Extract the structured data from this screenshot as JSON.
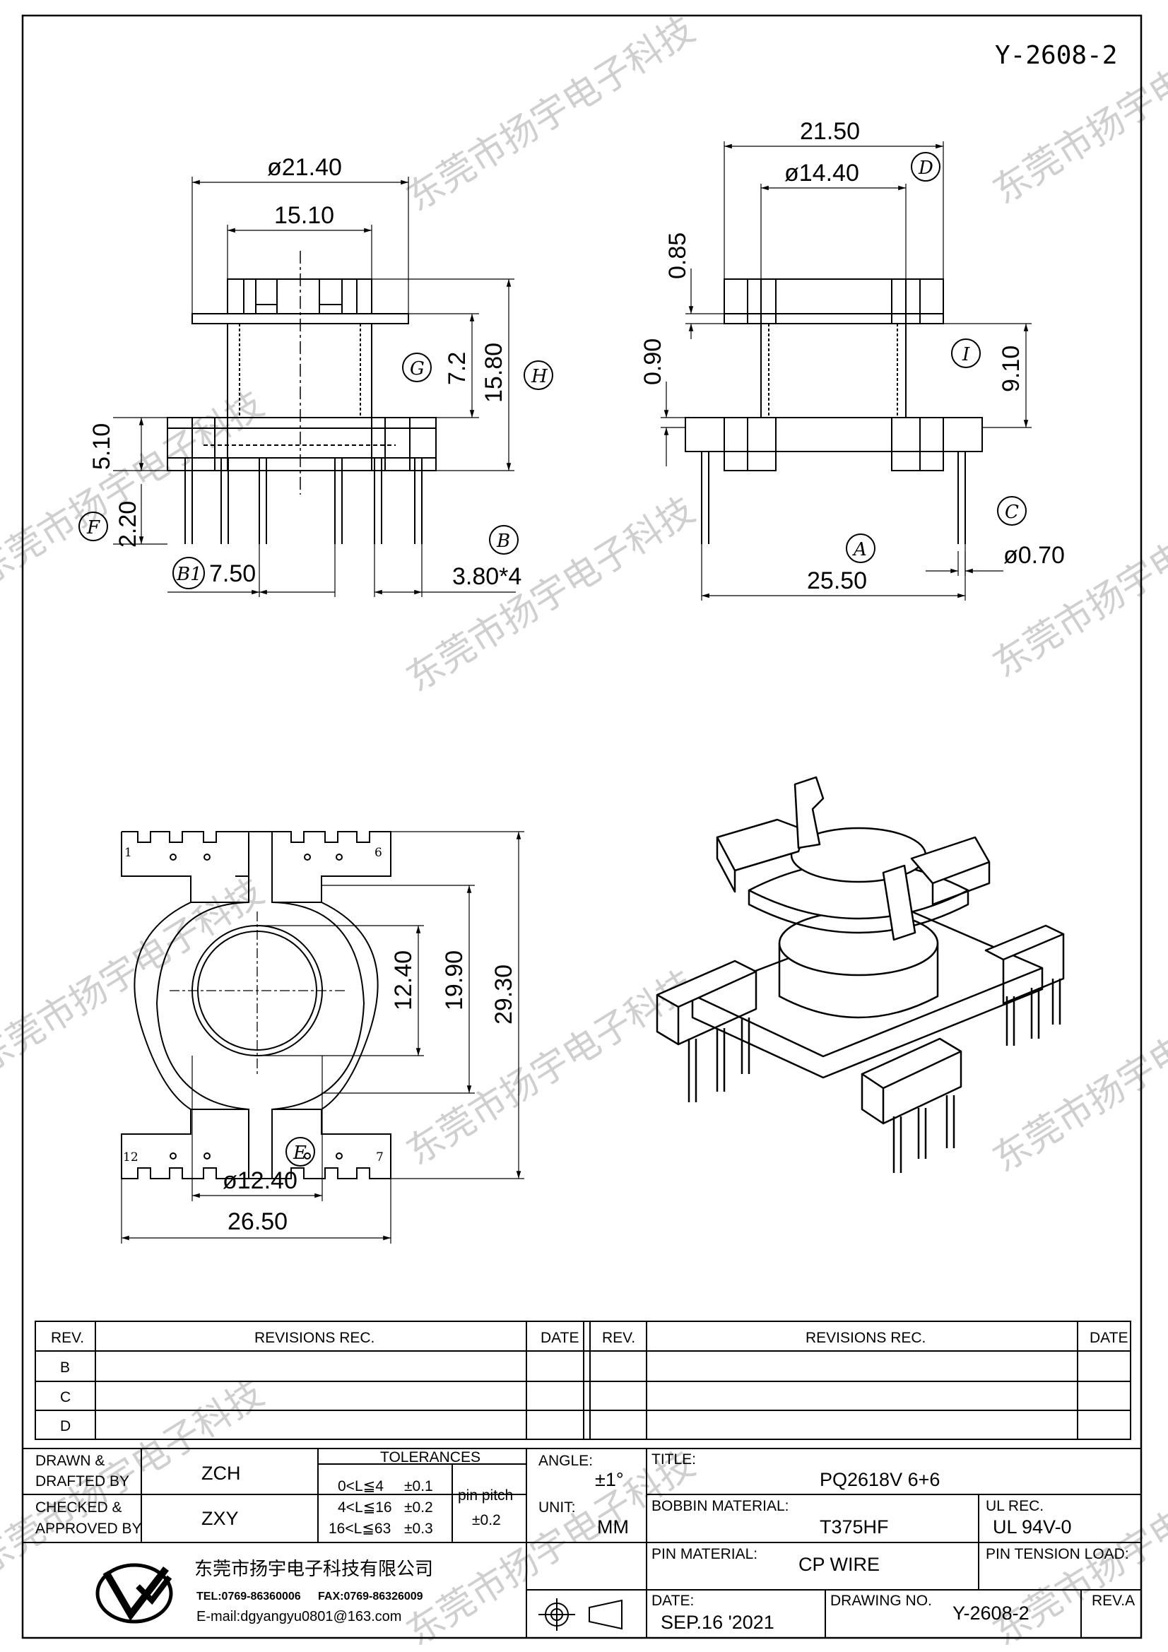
{
  "drawing_number_top": "Y-2608-2",
  "watermark": "东莞市扬宇电子科技",
  "top_left_view": {
    "dims": {
      "d1": "ø21.40",
      "d2": "15.10",
      "d3": "7.2",
      "d4": "15.80",
      "d5": "5.10",
      "d6": "2.20",
      "d7": "7.50",
      "d8": "3.80*4"
    },
    "markers": {
      "g": "G",
      "h": "H",
      "f": "F",
      "b": "B",
      "b1": "B1"
    }
  },
  "top_right_view": {
    "dims": {
      "d1": "21.50",
      "d2": "ø14.40",
      "d3": "0.85",
      "d4": "0.90",
      "d5": "9.10",
      "d6": "25.50",
      "d7": "ø0.70"
    },
    "markers": {
      "d": "D",
      "i": "I",
      "c": "C",
      "a": "A"
    }
  },
  "bottom_view": {
    "dims": {
      "d1": "12.40",
      "d2": "19.90",
      "d3": "29.30",
      "d4": "ø12.40",
      "d5": "26.50"
    },
    "markers": {
      "e": "E"
    },
    "pin_labels": {
      "p1": "1",
      "p6": "6",
      "p7": "7",
      "p12": "12"
    }
  },
  "revisions": {
    "headers": {
      "rev": "REV.",
      "rec": "REVISIONS    REC.",
      "date": "DATE"
    },
    "rows": [
      "B",
      "C",
      "D"
    ]
  },
  "title_block": {
    "drawn_label": "DRAWN &",
    "drafted_label": "DRAFTED BY",
    "drawn_value": "ZCH",
    "checked_label": "CHECKED &",
    "approved_label": "APPROVED BY",
    "checked_value": "ZXY",
    "tolerances_label": "TOLERANCES",
    "tol1": "0<L≦4",
    "tol1v": "±0.1",
    "tol2": "4<L≦16",
    "tol2v": "±0.2",
    "tol3": "16<L≦63",
    "tol3v": "±0.3",
    "pin_pitch_label": "pin  pitch",
    "pin_pitch_value": "±0.2",
    "angle_label": "ANGLE:",
    "angle_value": "±1°",
    "unit_label": "UNIT:",
    "unit_value": "MM",
    "title_label": "TITLE:",
    "title_value": "PQ2618V  6+6",
    "bobbin_label": "BOBBIN  MATERIAL:",
    "bobbin_value": "T375HF",
    "ul_label": "UL  REC.",
    "ul_value": "UL  94V-0",
    "pin_material_label": "PIN  MATERIAL:",
    "pin_material_value": "CP  WIRE",
    "pin_tension_label": "PIN  TENSION  LOAD:",
    "date_label": "DATE:",
    "date_value": "SEP.16  '2021",
    "drawing_no_label": "DRAWING  NO.",
    "drawing_no_value": "Y-2608-2",
    "rev_label": "REV.A",
    "company_name": "东莞市扬宇电子科技有限公司",
    "tel": "TEL:0769-86360006",
    "fax": "FAX:0769-86326009",
    "email": "E-mail:dgyangyu0801@163.com"
  }
}
